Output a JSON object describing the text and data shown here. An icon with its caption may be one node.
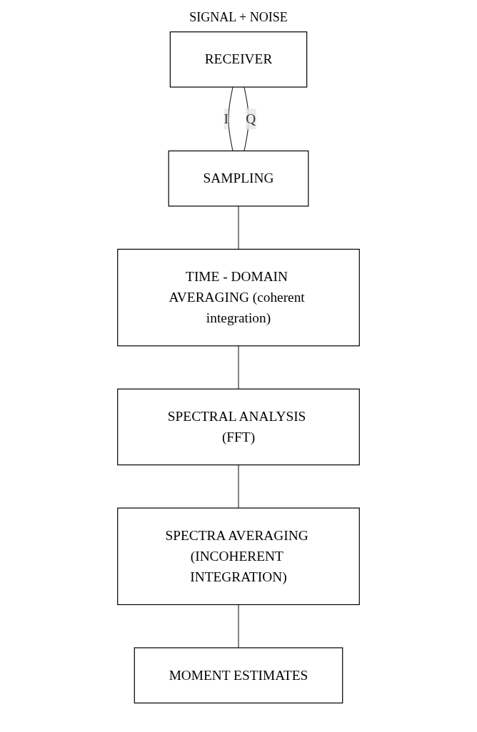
{
  "diagram": {
    "nodes": [
      {
        "text": [
          "RECEIVER"
        ]
      },
      {
        "text": [
          "SAMPLING"
        ]
      },
      {
        "text": [
          "TIME - DOMAIN AVERAGING (coherent integration)"
        ]
      },
      {
        "text": [
          "SPECTRAL ANALYSIS (FFT)"
        ]
      },
      {
        "text": [
          "SPECTRA AVERAGING (INCOHERENT INTEGRATION)"
        ]
      },
      {
        "text": [
          "MOMENT ESTIMATES"
        ]
      }
    ],
    "edges": [
      {
        "from": 0,
        "to": 1,
        "arrow": "none",
        "label": "I"
      },
      {
        "from": 0,
        "to": 1,
        "arrow": "none",
        "label": "Q"
      },
      {
        "from": 1,
        "to": 2,
        "arrow": "none"
      },
      {
        "from": 2,
        "to": 3,
        "arrow": "none"
      },
      {
        "from": 3,
        "to": 4,
        "arrow": "none"
      },
      {
        "from": 4,
        "to": 5,
        "arrow": "none"
      }
    ],
    "labels": [
      "SIGNAL + NOISE"
    ]
  }
}
